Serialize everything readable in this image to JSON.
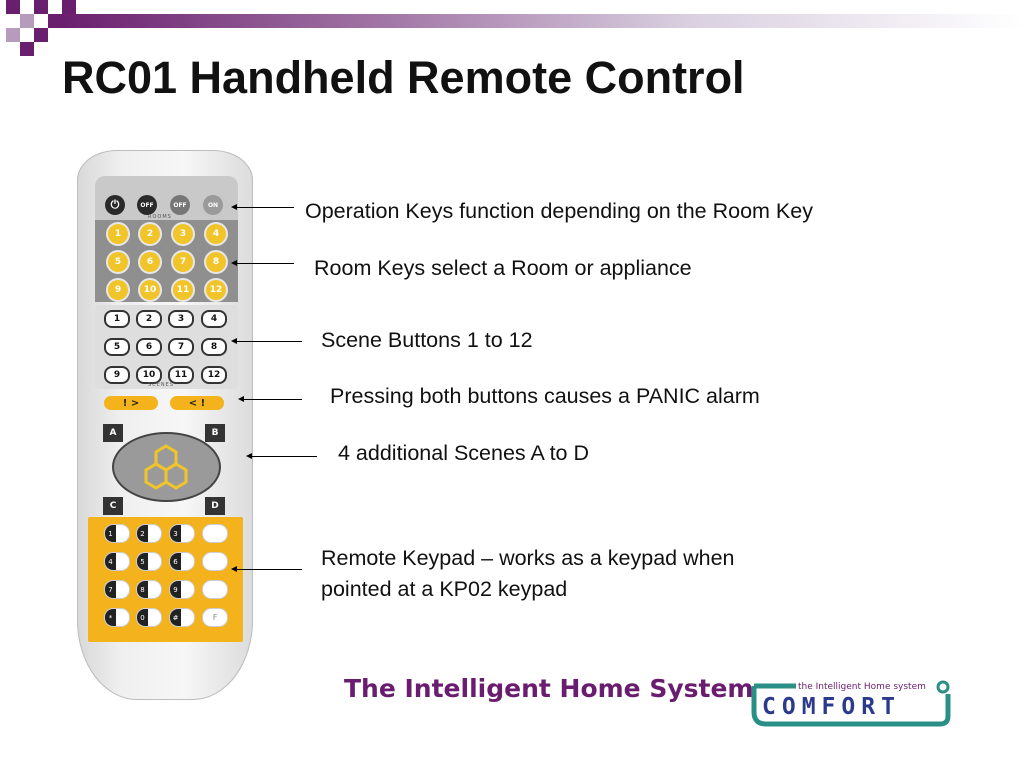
{
  "slide": {
    "title": "RC01 Handheld Remote Control",
    "tagline": "The Intelligent Home System",
    "accent_color": "#6a1c6e"
  },
  "callouts": [
    {
      "text": "Operation Keys function depending on the Room Key"
    },
    {
      "text": "Room Keys select a Room or appliance"
    },
    {
      "text": "Scene Buttons 1 to 12"
    },
    {
      "text": "Pressing both buttons causes a PANIC alarm"
    },
    {
      "text": "4 additional Scenes A to D"
    },
    {
      "text": "Remote Keypad – works as a keypad when",
      "text2": "pointed at a KP02 keypad"
    }
  ],
  "remote": {
    "operation_keys": [
      "OFF",
      "OFF",
      "ON"
    ],
    "rooms_label": "ROOMS",
    "room_keys": [
      "1",
      "2",
      "3",
      "4",
      "5",
      "6",
      "7",
      "8",
      "9",
      "10",
      "11",
      "12"
    ],
    "scene_keys": [
      "1",
      "2",
      "3",
      "4",
      "5",
      "6",
      "7",
      "8",
      "9",
      "10",
      "11",
      "12"
    ],
    "scenes_label": "SCENES",
    "panic_keys": [
      "! >",
      "< !"
    ],
    "corner_keys": [
      "A",
      "B",
      "C",
      "D"
    ],
    "keypad_keys": [
      "1",
      "2",
      "3",
      "",
      "4",
      "5",
      "6",
      "",
      "7",
      "8",
      "9",
      "",
      "*",
      "0",
      "#",
      "F"
    ]
  },
  "logo": {
    "tagline_small": "the Intelligent Home system",
    "brand": "COMFORT"
  }
}
